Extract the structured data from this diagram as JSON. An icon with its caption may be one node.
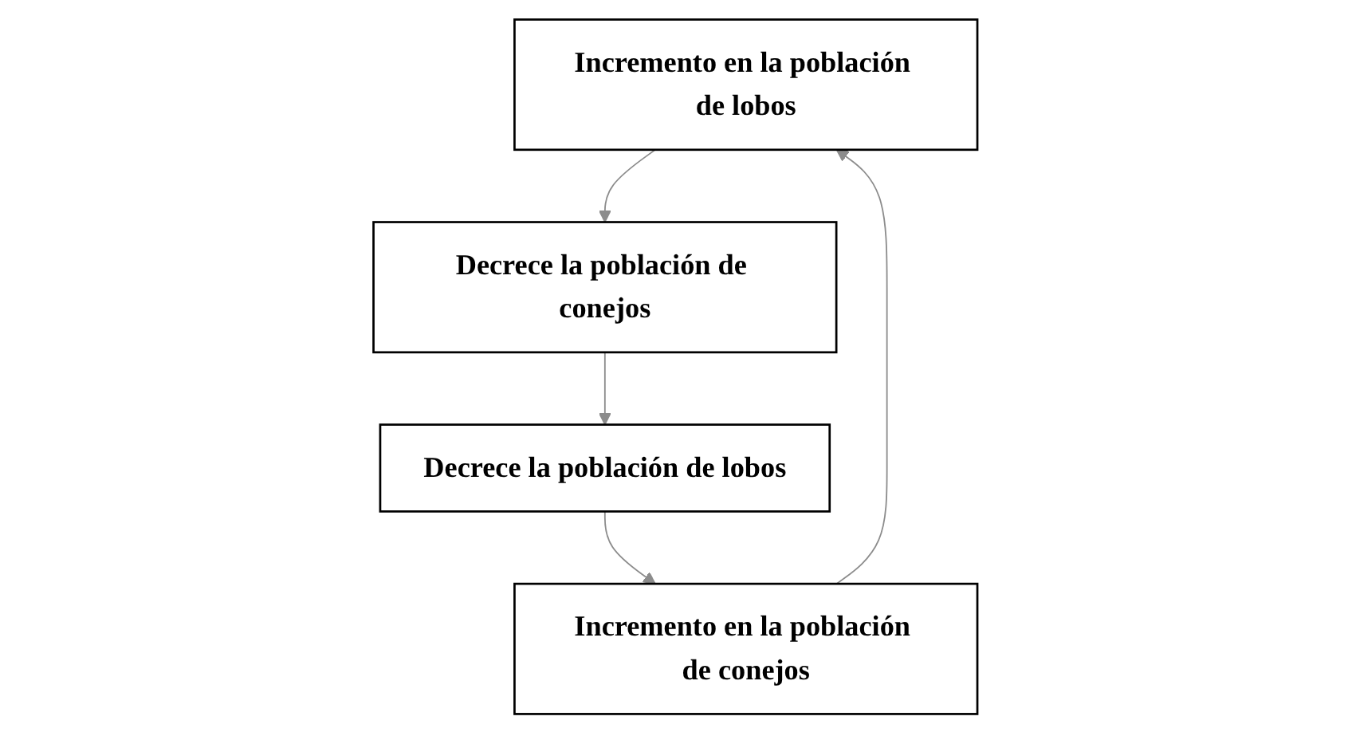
{
  "diagram": {
    "nodes": [
      {
        "text": [
          "Incremento en la población de lobos"
        ]
      },
      {
        "text": [
          "Incremento en la población de conejos"
        ]
      },
      {
        "text": [
          "Decrece la población de conejos"
        ]
      },
      {
        "text": [
          "Decrece la población de lobos"
        ]
      }
    ],
    "edges": [
      {
        "from": 0,
        "to": 2,
        "arrow": "to"
      },
      {
        "from": 2,
        "to": 3,
        "arrow": "to"
      },
      {
        "from": 3,
        "to": 1,
        "arrow": "to"
      },
      {
        "from": 1,
        "to": 0,
        "arrow": "to"
      }
    ]
  }
}
